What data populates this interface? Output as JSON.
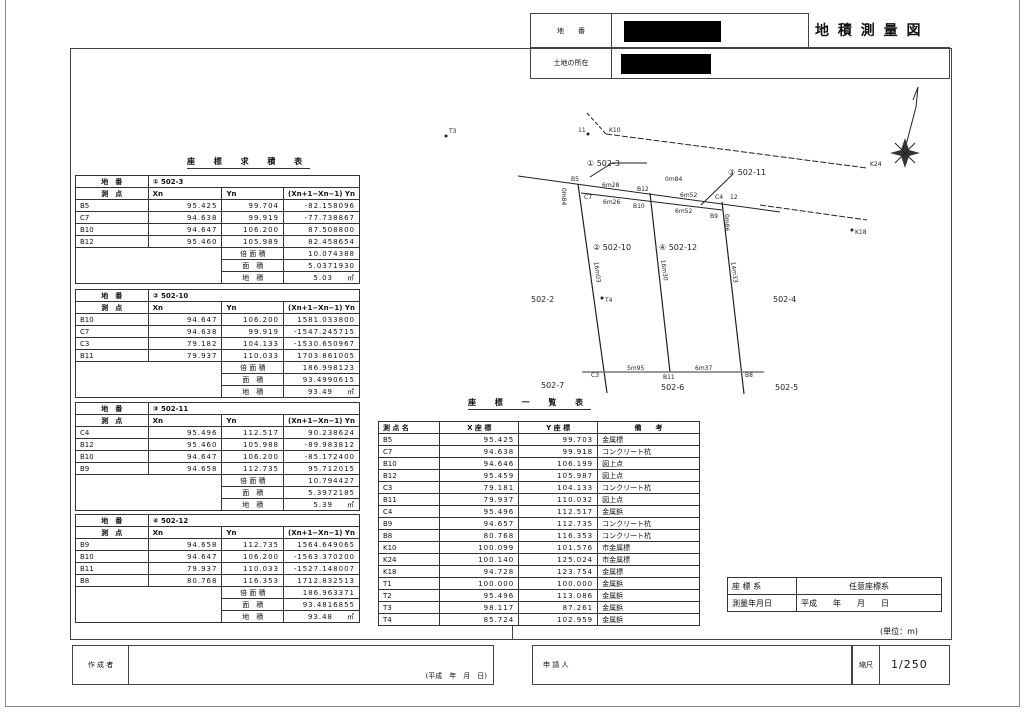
{
  "header": {
    "lot_label": "地　　番",
    "location_label": "土地の所在",
    "title": "地 積 測 量 図"
  },
  "calc_title": "座 標 求 積 表",
  "calc_tables": [
    {
      "lot": "① 502-3",
      "rows": [
        [
          "B5",
          "95.425",
          "99.704",
          "-82.158096"
        ],
        [
          "C7",
          "94.638",
          "99.919",
          "-77.738867"
        ],
        [
          "B10",
          "94.647",
          "106.200",
          "87.508800"
        ],
        [
          "B12",
          "95.460",
          "105.989",
          "82.458654"
        ]
      ],
      "double_area": "10.074388",
      "area": "5.0371930",
      "land_area": "5.03"
    },
    {
      "lot": "② 502-10",
      "rows": [
        [
          "B10",
          "94.647",
          "106.200",
          "1581.033800"
        ],
        [
          "C7",
          "94.638",
          "99.919",
          "-1547.245715"
        ],
        [
          "C3",
          "79.182",
          "104.133",
          "-1530.650967"
        ],
        [
          "B11",
          "79.937",
          "110.033",
          "1703.861005"
        ]
      ],
      "double_area": "186.998123",
      "area": "93.4990615",
      "land_area": "93.49"
    },
    {
      "lot": "③ 502-11",
      "rows": [
        [
          "C4",
          "95.496",
          "112.517",
          "90.238624"
        ],
        [
          "B12",
          "95.460",
          "105.988",
          "-89.983812"
        ],
        [
          "B10",
          "94.647",
          "106.200",
          "-85.172400"
        ],
        [
          "B9",
          "94.658",
          "112.735",
          "95.712015"
        ]
      ],
      "double_area": "10.794427",
      "area": "5.3972185",
      "land_area": "5.39"
    },
    {
      "lot": "④ 502-12",
      "rows": [
        [
          "B9",
          "94.658",
          "112.735",
          "1564.649065"
        ],
        [
          "B10",
          "94.647",
          "106.200",
          "-1563.370200"
        ],
        [
          "B11",
          "79.937",
          "110.033",
          "-1527.148007"
        ],
        [
          "B8",
          "80.768",
          "116.353",
          "1712.832513"
        ]
      ],
      "double_area": "186.963371",
      "area": "93.4816855",
      "land_area": "93.48"
    }
  ],
  "calc_headers": {
    "lot": "地　番",
    "point": "測　点",
    "xn": "Xn",
    "yn": "Yn",
    "formula": "(Xn+1−Xn−1) Yn",
    "double_area": "倍 面 積",
    "area": "面　積",
    "land_area": "地　積",
    "unit": "㎡"
  },
  "coord_title": "座 標 一 覧 表",
  "coord_headers": [
    "測 点 名",
    "X 座 標",
    "Y 座 標",
    "備　　考"
  ],
  "coord_rows": [
    [
      "B5",
      "95.425",
      "99.703",
      "金属標"
    ],
    [
      "C7",
      "94.638",
      "99.918",
      "コンクリート杭"
    ],
    [
      "B10",
      "94.646",
      "106.199",
      "図上点"
    ],
    [
      "B12",
      "95.459",
      "105.987",
      "図上点"
    ],
    [
      "C3",
      "79.181",
      "104.133",
      "コンクリート杭"
    ],
    [
      "B11",
      "79.937",
      "110.032",
      "図上点"
    ],
    [
      "C4",
      "95.496",
      "112.517",
      "金属鋲"
    ],
    [
      "B9",
      "94.657",
      "112.735",
      "コンクリート杭"
    ],
    [
      "B8",
      "80.768",
      "116.353",
      "コンクリート杭"
    ],
    [
      "K10",
      "100.099",
      "101.576",
      "市金属標"
    ],
    [
      "K24",
      "100.140",
      "125.024",
      "市金属標"
    ],
    [
      "K18",
      "94.728",
      "123.754",
      "金属標"
    ],
    [
      "T1",
      "100.000",
      "100.000",
      "金属鋲"
    ],
    [
      "T2",
      "95.496",
      "113.086",
      "金属鋲"
    ],
    [
      "T3",
      "98.117",
      "87.261",
      "金属鋲"
    ],
    [
      "T4",
      "85.724",
      "102.959",
      "金属鋲"
    ]
  ],
  "coord_system": {
    "label": "座 標 系",
    "value": "任意座標系",
    "date_label": "測量年月日",
    "date_value": "平成　　年　　月　　日"
  },
  "unit_note": "(単位：m)",
  "footer": {
    "author_label": "作 成 者",
    "author_date": "(平成　年　月　日)",
    "applicant_label": "申 請 人",
    "scale_label": "縮尺",
    "scale_value": "1/250"
  },
  "drawing": {
    "lots": [
      "① 502-3",
      "② 502-10",
      "③ 502-11",
      "④ 502-12"
    ],
    "neighbors": [
      "502-2",
      "502-4",
      "502-7",
      "502-6",
      "502-5"
    ],
    "points": [
      "B5",
      "C7",
      "B12",
      "B10",
      "C4",
      "B9",
      "C3",
      "B11",
      "B8",
      "K10",
      "K24",
      "K18",
      "T3",
      "T4",
      "11",
      "12"
    ],
    "distances": [
      "6m28",
      "6m26",
      "0m84",
      "6m52",
      "6m52",
      "0m84",
      "0m86",
      "16m03",
      "16m30",
      "14m33",
      "5m95",
      "6m37"
    ]
  }
}
